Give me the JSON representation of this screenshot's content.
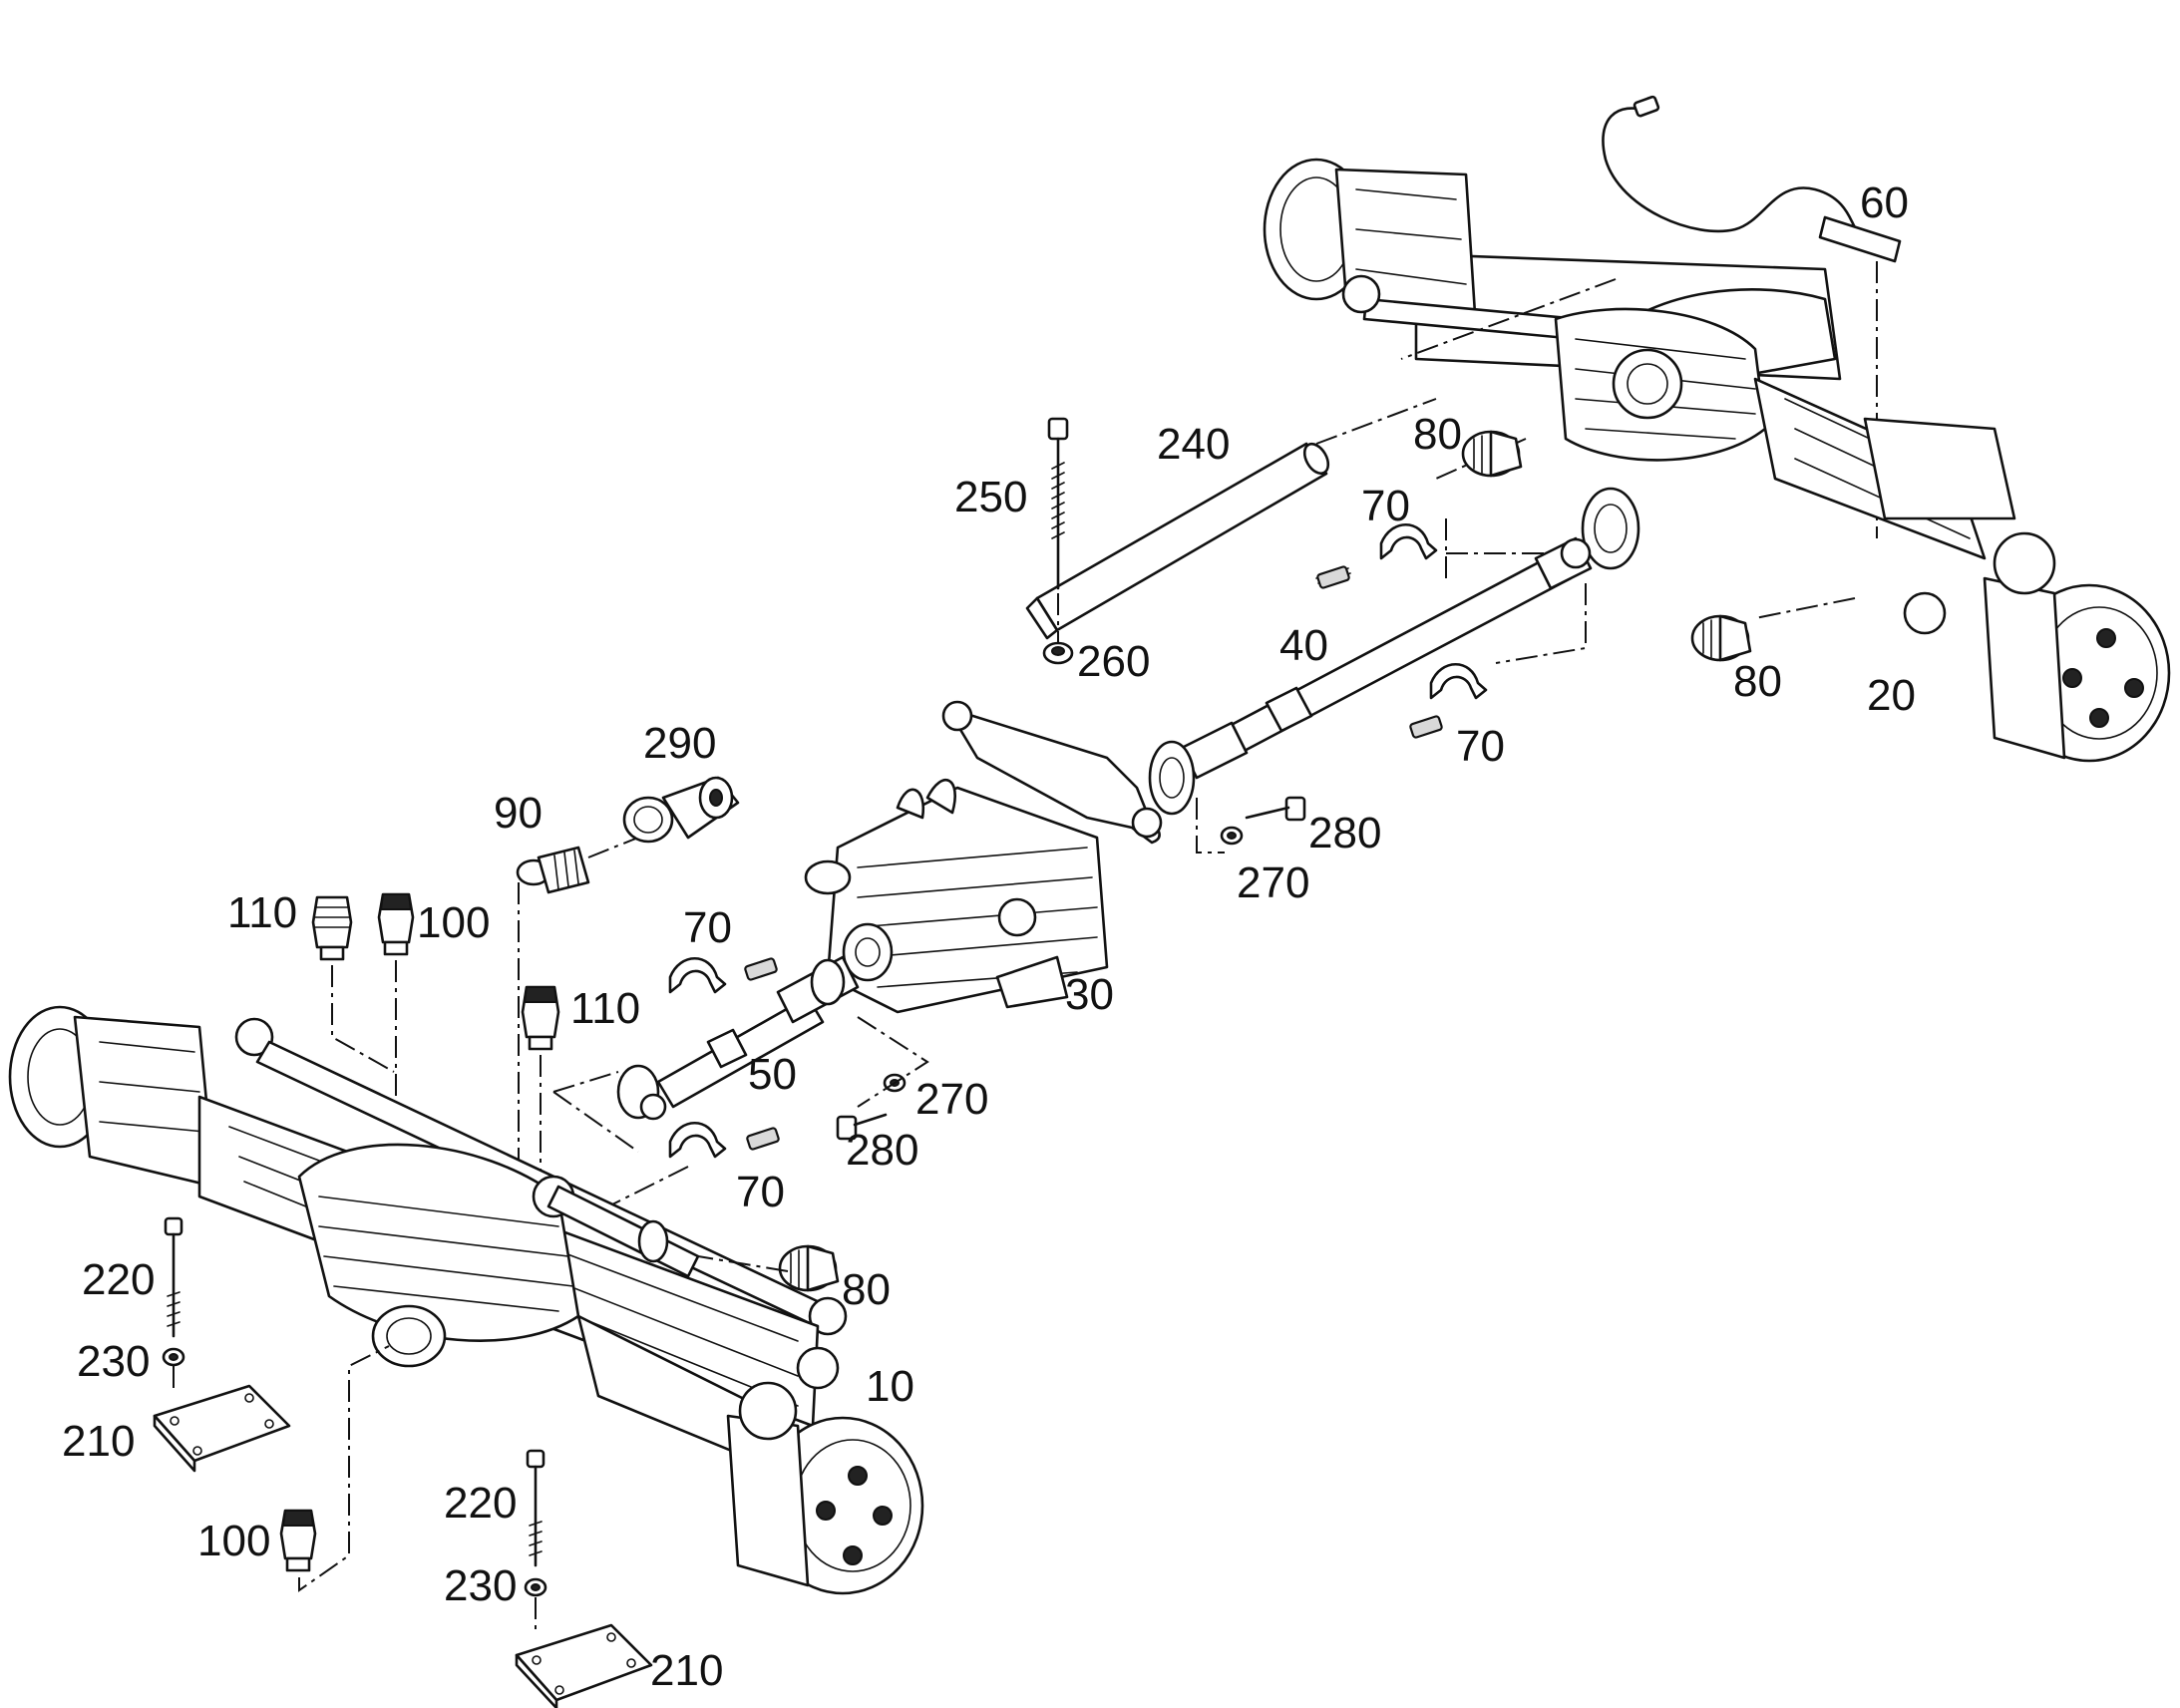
{
  "labels": {
    "p10": "10",
    "p20": "20",
    "p30": "30",
    "p40": "40",
    "p50": "50",
    "p60": "60",
    "p70_a": "70",
    "p70_b": "70",
    "p70_c": "70",
    "p70_d": "70",
    "p80_a": "80",
    "p80_b": "80",
    "p80_c": "80",
    "p90": "90",
    "p100_a": "100",
    "p100_b": "100",
    "p110_a": "110",
    "p110_b": "110",
    "p210_a": "210",
    "p210_b": "210",
    "p220_a": "220",
    "p220_b": "220",
    "p230_a": "230",
    "p230_b": "230",
    "p240": "240",
    "p250": "250",
    "p260": "260",
    "p270_a": "270",
    "p270_b": "270",
    "p280_a": "280",
    "p280_b": "280",
    "p290": "290"
  }
}
